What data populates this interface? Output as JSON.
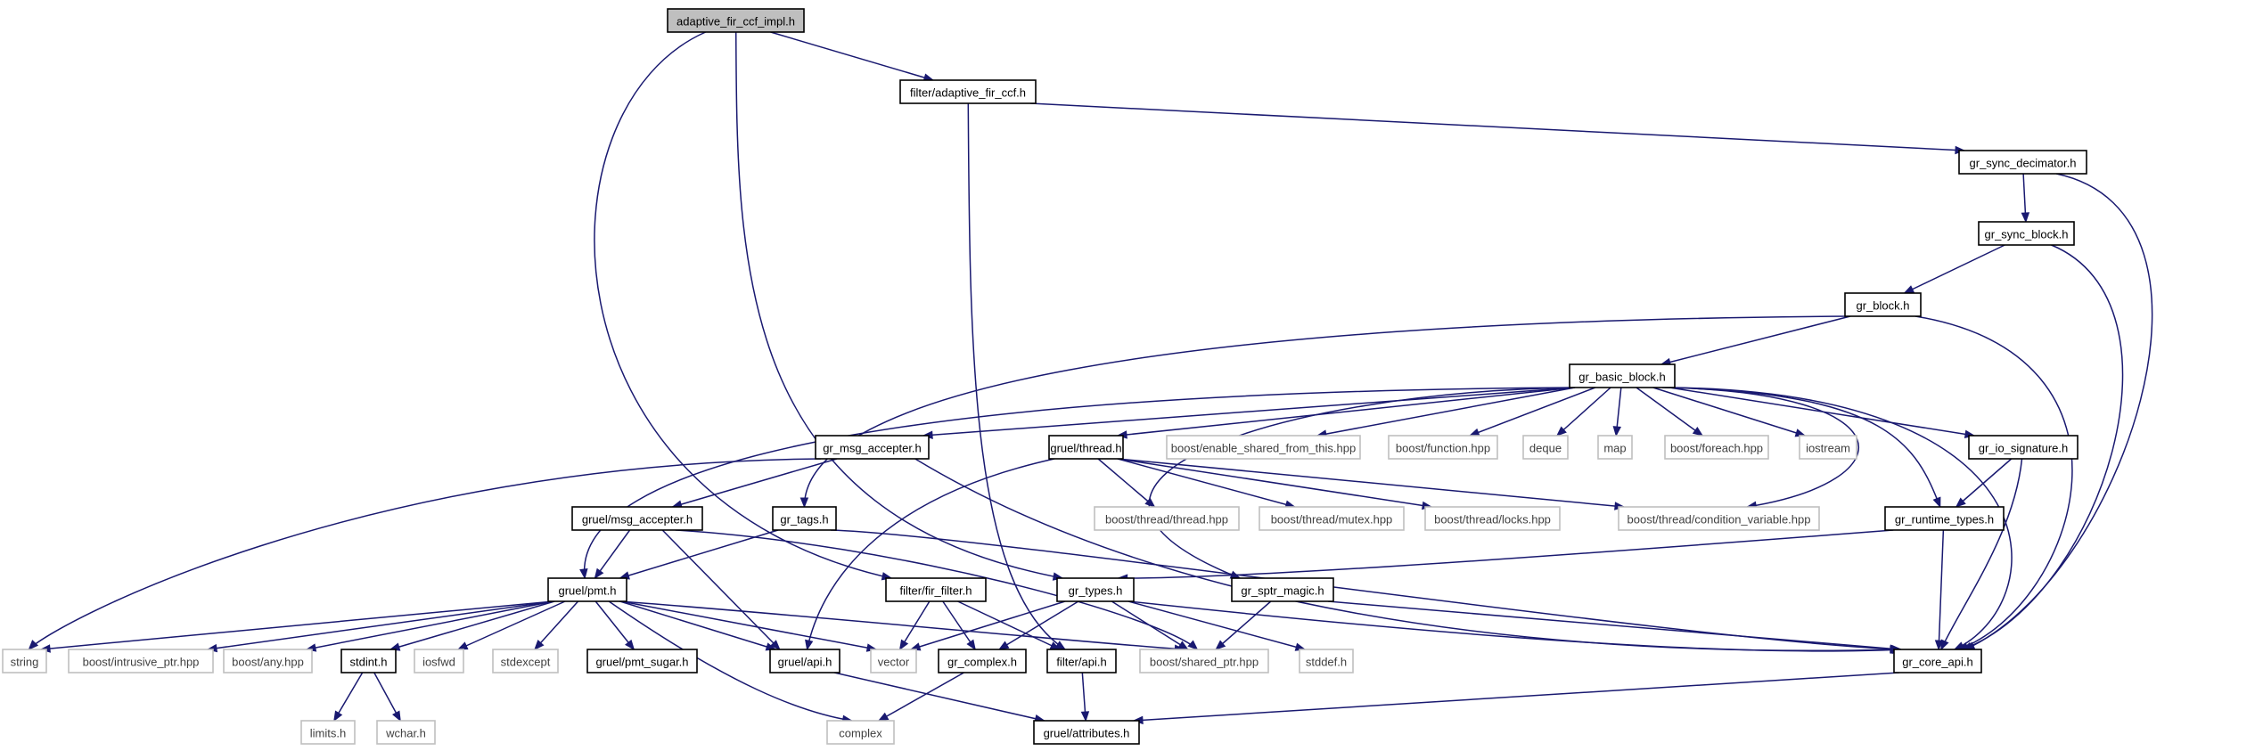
{
  "graph": {
    "colors": {
      "edge": "#191970",
      "root_fill": "#bfbfbf",
      "node_border": "#000000",
      "external_border": "#bfbfbf",
      "external_text": "#404040"
    },
    "nodes": [
      {
        "id": "n_root",
        "label": "adaptive_fir_ccf_impl.h",
        "kind": "root"
      },
      {
        "id": "n_afirh",
        "label": "filter/adaptive_fir_ccf.h",
        "kind": "local"
      },
      {
        "id": "n_syncdec",
        "label": "gr_sync_decimator.h",
        "kind": "local"
      },
      {
        "id": "n_syncblock",
        "label": "gr_sync_block.h",
        "kind": "local"
      },
      {
        "id": "n_block",
        "label": "gr_block.h",
        "kind": "local"
      },
      {
        "id": "n_basic",
        "label": "gr_basic_block.h",
        "kind": "local"
      },
      {
        "id": "n_msgacc",
        "label": "gr_msg_accepter.h",
        "kind": "local"
      },
      {
        "id": "n_gthread",
        "label": "gruel/thread.h",
        "kind": "local"
      },
      {
        "id": "n_enable",
        "label": "boost/enable_shared_from_this.hpp",
        "kind": "ext"
      },
      {
        "id": "n_function",
        "label": "boost/function.hpp",
        "kind": "ext"
      },
      {
        "id": "n_deque",
        "label": "deque",
        "kind": "ext"
      },
      {
        "id": "n_map",
        "label": "map",
        "kind": "ext"
      },
      {
        "id": "n_foreach",
        "label": "boost/foreach.hpp",
        "kind": "ext"
      },
      {
        "id": "n_iostream",
        "label": "iostream",
        "kind": "ext"
      },
      {
        "id": "n_iosig",
        "label": "gr_io_signature.h",
        "kind": "local"
      },
      {
        "id": "n_gmsgacc",
        "label": "gruel/msg_accepter.h",
        "kind": "local"
      },
      {
        "id": "n_tags",
        "label": "gr_tags.h",
        "kind": "local"
      },
      {
        "id": "n_bthread",
        "label": "boost/thread/thread.hpp",
        "kind": "ext"
      },
      {
        "id": "n_bmutex",
        "label": "boost/thread/mutex.hpp",
        "kind": "ext"
      },
      {
        "id": "n_blocks",
        "label": "boost/thread/locks.hpp",
        "kind": "ext"
      },
      {
        "id": "n_bcond",
        "label": "boost/thread/condition_variable.hpp",
        "kind": "ext"
      },
      {
        "id": "n_rtypes",
        "label": "gr_runtime_types.h",
        "kind": "local"
      },
      {
        "id": "n_pmt",
        "label": "gruel/pmt.h",
        "kind": "local"
      },
      {
        "id": "n_firfilter",
        "label": "filter/fir_filter.h",
        "kind": "local"
      },
      {
        "id": "n_types",
        "label": "gr_types.h",
        "kind": "local"
      },
      {
        "id": "n_sptr",
        "label": "gr_sptr_magic.h",
        "kind": "local"
      },
      {
        "id": "n_string",
        "label": "string",
        "kind": "ext"
      },
      {
        "id": "n_intrusive",
        "label": "boost/intrusive_ptr.hpp",
        "kind": "ext"
      },
      {
        "id": "n_any",
        "label": "boost/any.hpp",
        "kind": "ext"
      },
      {
        "id": "n_stdint",
        "label": "stdint.h",
        "kind": "local"
      },
      {
        "id": "n_iosfwd",
        "label": "iosfwd",
        "kind": "ext"
      },
      {
        "id": "n_stdexcept",
        "label": "stdexcept",
        "kind": "ext"
      },
      {
        "id": "n_pmtsugar",
        "label": "gruel/pmt_sugar.h",
        "kind": "local"
      },
      {
        "id": "n_gapi",
        "label": "gruel/api.h",
        "kind": "local"
      },
      {
        "id": "n_vector",
        "label": "vector",
        "kind": "ext"
      },
      {
        "id": "n_complexh",
        "label": "gr_complex.h",
        "kind": "local"
      },
      {
        "id": "n_fapi",
        "label": "filter/api.h",
        "kind": "local"
      },
      {
        "id": "n_shared",
        "label": "boost/shared_ptr.hpp",
        "kind": "ext"
      },
      {
        "id": "n_stddef",
        "label": "stddef.h",
        "kind": "ext"
      },
      {
        "id": "n_coreapi",
        "label": "gr_core_api.h",
        "kind": "local"
      },
      {
        "id": "n_limits",
        "label": "limits.h",
        "kind": "ext"
      },
      {
        "id": "n_wchar",
        "label": "wchar.h",
        "kind": "ext"
      },
      {
        "id": "n_complex",
        "label": "complex",
        "kind": "ext"
      },
      {
        "id": "n_attrs",
        "label": "gruel/attributes.h",
        "kind": "local"
      }
    ]
  }
}
